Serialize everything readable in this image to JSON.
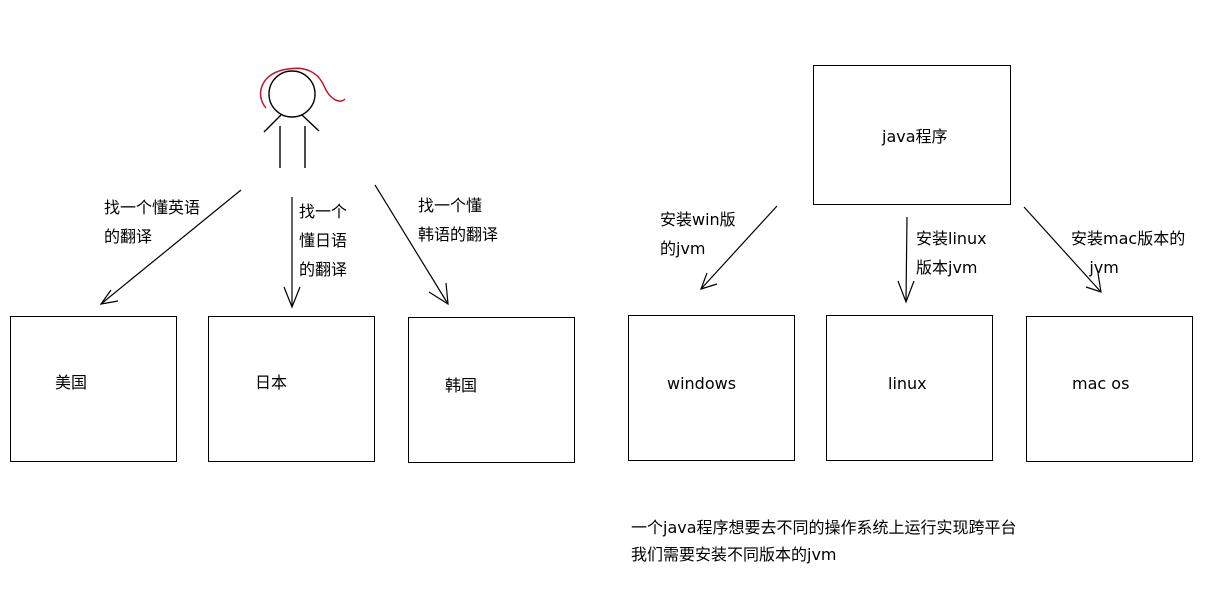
{
  "left_diagram": {
    "countries": [
      "美国",
      "日本",
      "韩国"
    ],
    "arrow_labels": [
      [
        "找一个懂英语",
        "的翻译"
      ],
      [
        "找一个",
        "懂日语",
        "的翻译"
      ],
      [
        "找一个懂",
        "韩语的翻译"
      ]
    ]
  },
  "right_diagram": {
    "program": "java程序",
    "systems": [
      "windows",
      "linux",
      "mac os"
    ],
    "arrow_labels": [
      [
        "安装win版",
        "的jvm"
      ],
      [
        "安装linux",
        "版本jvm"
      ],
      [
        "安装mac版本的",
        "jvm"
      ]
    ]
  },
  "note": [
    "一个java程序想要去不同的操作系统上运行实现跨平台",
    "我们需要安装不同版本的jvm"
  ],
  "colors": {
    "stroke": "#000000",
    "hair": "#c0142a"
  }
}
